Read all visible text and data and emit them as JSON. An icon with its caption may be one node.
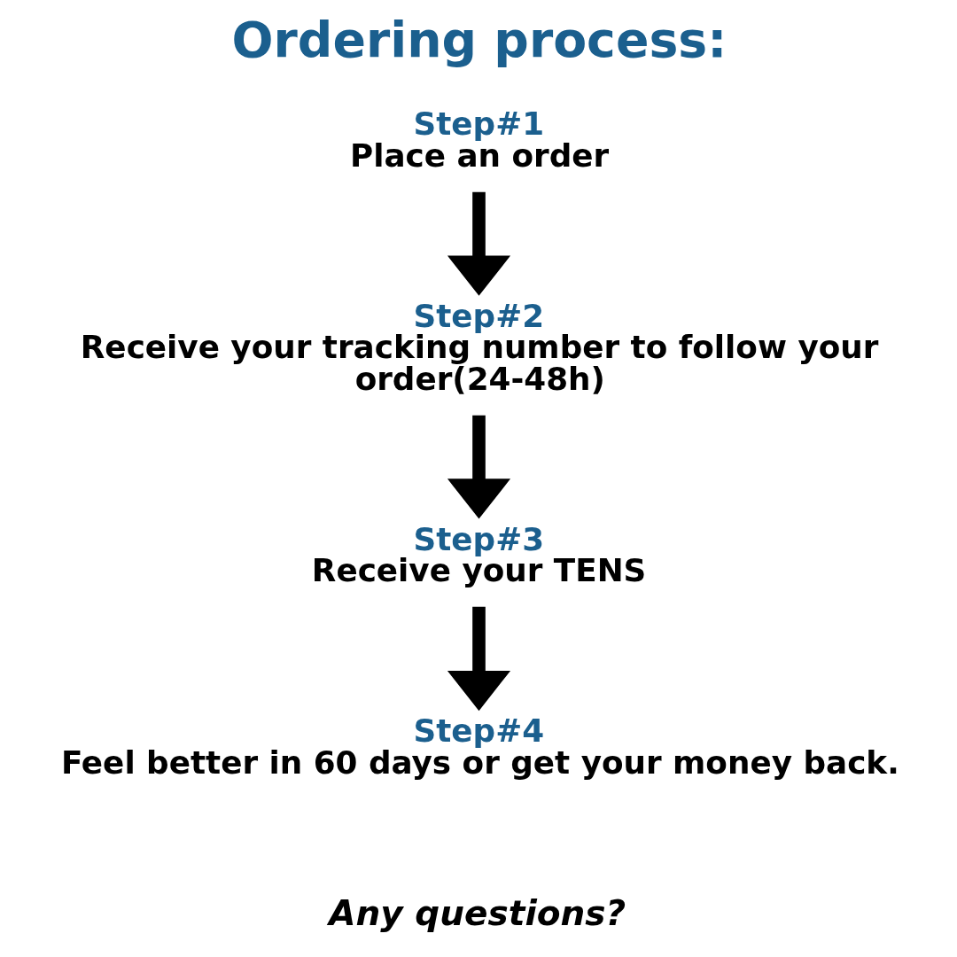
{
  "diagram": {
    "title": "Ordering process:",
    "nodes": [
      {
        "text": [
          "Step#1",
          "Place an order"
        ]
      },
      {
        "text": [
          "Step#2",
          "Receive your tracking number to follow your order(24-48h)"
        ]
      },
      {
        "text": [
          "Step#3",
          "Receive your TENS"
        ]
      },
      {
        "text": [
          "Step#4",
          "Feel better in 60 days or get your money back."
        ]
      }
    ],
    "edges": [
      {
        "from": 0,
        "to": 1,
        "arrow": "to"
      },
      {
        "from": 1,
        "to": 2,
        "arrow": "to"
      },
      {
        "from": 2,
        "to": 3,
        "arrow": "to"
      }
    ],
    "labels": [
      "Any questions?"
    ]
  }
}
